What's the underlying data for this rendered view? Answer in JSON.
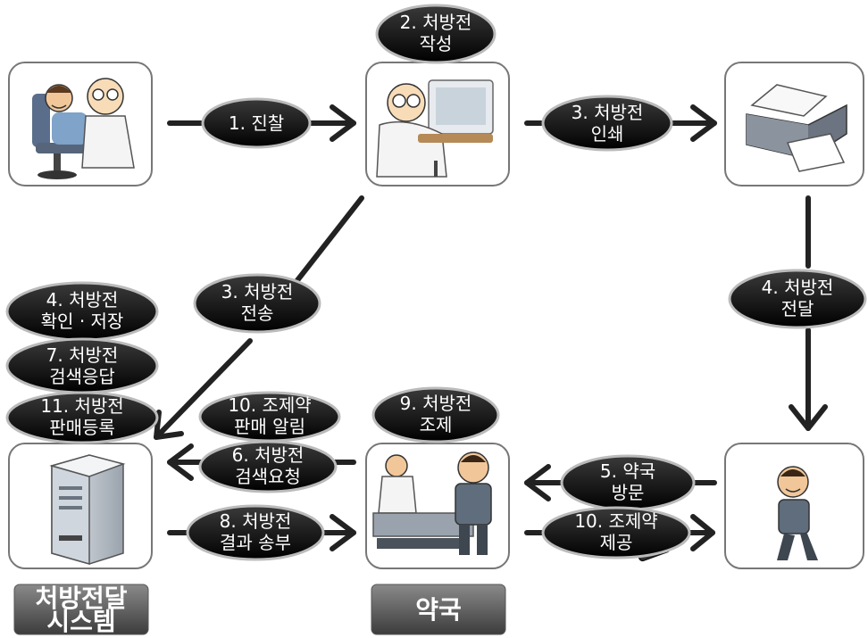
{
  "steps": {
    "s1": [
      "1. 진찰"
    ],
    "s2": [
      "2. 처방전",
      "작성"
    ],
    "s3p": [
      "3. 처방전",
      "인쇄"
    ],
    "s3t": [
      "3. 처방전",
      "전송"
    ],
    "s4c": [
      "4. 처방전",
      "확인 · 저장"
    ],
    "s4d": [
      "4. 처방전",
      "전달"
    ],
    "s5": [
      "5. 약국",
      "방문"
    ],
    "s6": [
      "6. 처방전",
      "검색요청"
    ],
    "s7": [
      "7. 처방전",
      "검색응답"
    ],
    "s8": [
      "8. 처방전",
      "결과 송부"
    ],
    "s9": [
      "9. 처방전",
      "조제"
    ],
    "s10a": [
      "10. 조제약",
      "판매 알림"
    ],
    "s10b": [
      "10. 조제약",
      "제공"
    ],
    "s11": [
      "11. 처방전",
      "판매등록"
    ]
  },
  "labels": {
    "system": [
      "처방전달",
      "시스템"
    ],
    "pharmacy": [
      "약국"
    ]
  }
}
